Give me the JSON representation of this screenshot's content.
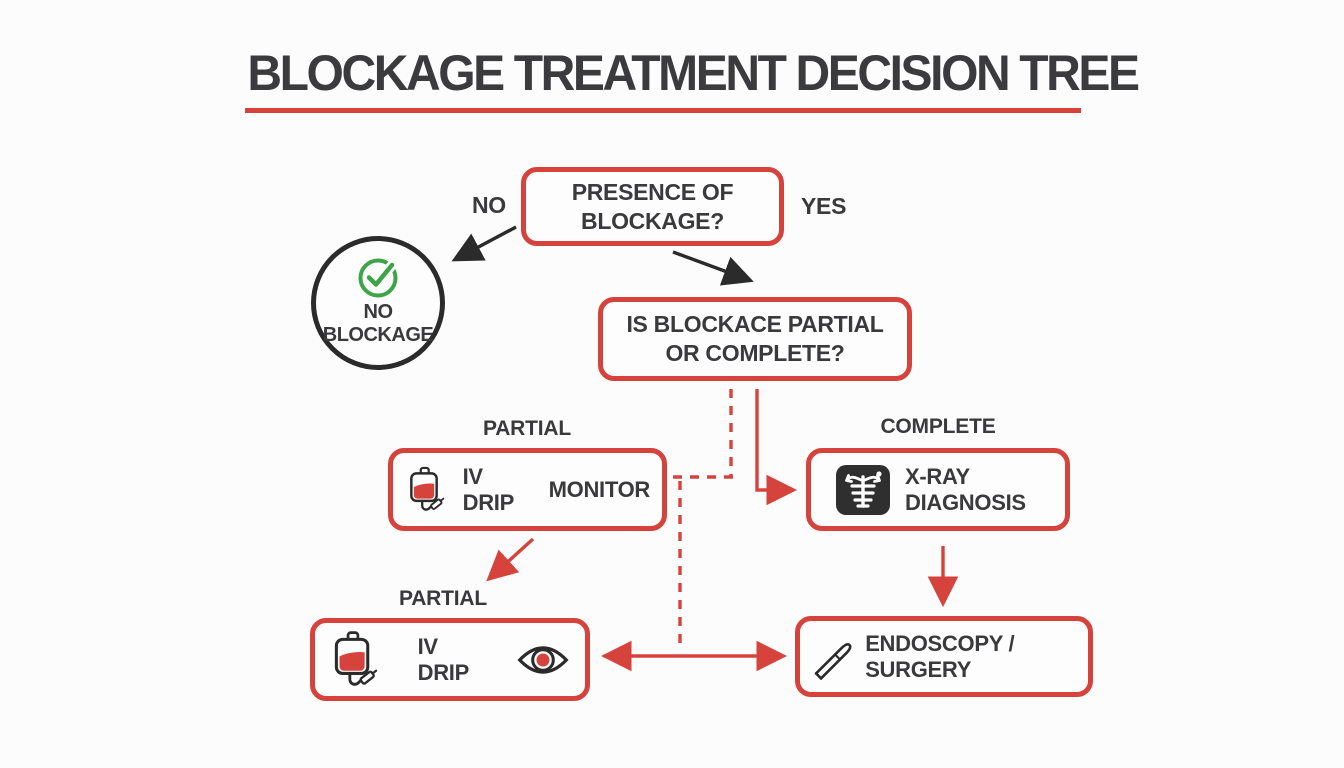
{
  "title": "BLOCKAGE TREATMENT DECISION TREE",
  "labels": {
    "no": "NO",
    "yes": "YES",
    "partial_top": "PARTIAL",
    "complete": "COMPLETE",
    "partial_bottom": "PARTIAL"
  },
  "nodes": {
    "presence_decision": {
      "text": "PRESENCE OF BLOCKAGE?"
    },
    "no_blockage_terminal": {
      "text": "NO BLOCKAGE",
      "icon": "check-circle-icon"
    },
    "partial_or_complete_decision": {
      "text": "IS BLOCKACE PARTIAL OR COMPLETE?"
    },
    "partial_treatment": {
      "iv_drip": "IV DRIP",
      "monitor": "MONITOR",
      "icon": "iv-bag-icon"
    },
    "xray_diagnosis": {
      "text": "X-RAY DIAGNOSIS",
      "icon": "xray-icon"
    },
    "partial_treatment_2": {
      "iv_drip": "IV DRIP",
      "icons": [
        "iv-bag-icon",
        "eye-icon"
      ]
    },
    "endoscopy_surgery": {
      "text": "ENDOSCOPY / SURGERY",
      "icon": "scalpel-icon"
    }
  },
  "colors": {
    "accent_red": "#d6433d",
    "dark_text": "#3a3a3c",
    "arrow_black": "#2b2b2b",
    "check_green": "#3da548",
    "xray_icon_bg": "#2f2f2f",
    "iv_liquid_red": "#d6433d",
    "background": "#fcfcfc"
  }
}
